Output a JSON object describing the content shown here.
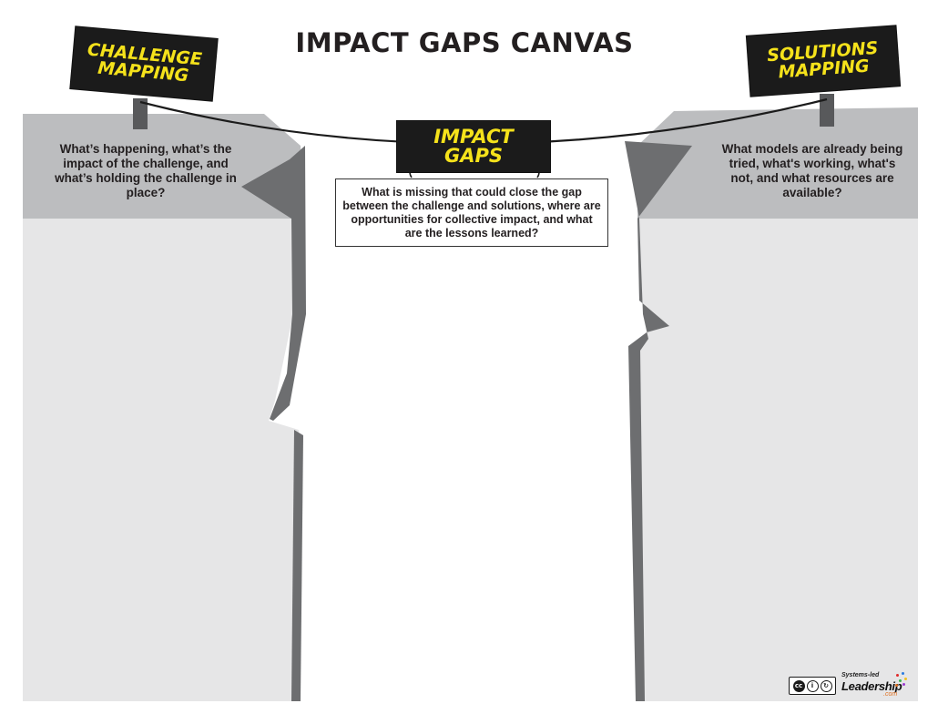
{
  "title": "IMPACT GAPS CANVAS",
  "left_sign": {
    "line1": "CHALLENGE",
    "line2": "MAPPING"
  },
  "right_sign": {
    "line1": "SOLUTIONS",
    "line2": "MAPPING"
  },
  "center_sign": {
    "line1": "IMPACT",
    "line2": "GAPS"
  },
  "left_text": "What’s happening, what’s the impact of the challenge, and what’s holding the challenge in place?",
  "center_text": "What is missing that could close the gap between the challenge and solutions, where are opportunities for collective impact, and what are the lessons learned?",
  "right_text": "What models are already being tried, what's working, what's not, and what resources are available?",
  "footer": {
    "license": "cc by sa",
    "brand_small": "Systems-led",
    "brand_big": "Leadership",
    "brand_suffix": ".com"
  },
  "colors": {
    "sign_bg": "#1b1b1b",
    "sign_text": "#f5e21b",
    "cliff_face": "#e6e6e7",
    "cliff_top": "#bcbdbf",
    "cliff_shadow": "#6d6e70"
  }
}
